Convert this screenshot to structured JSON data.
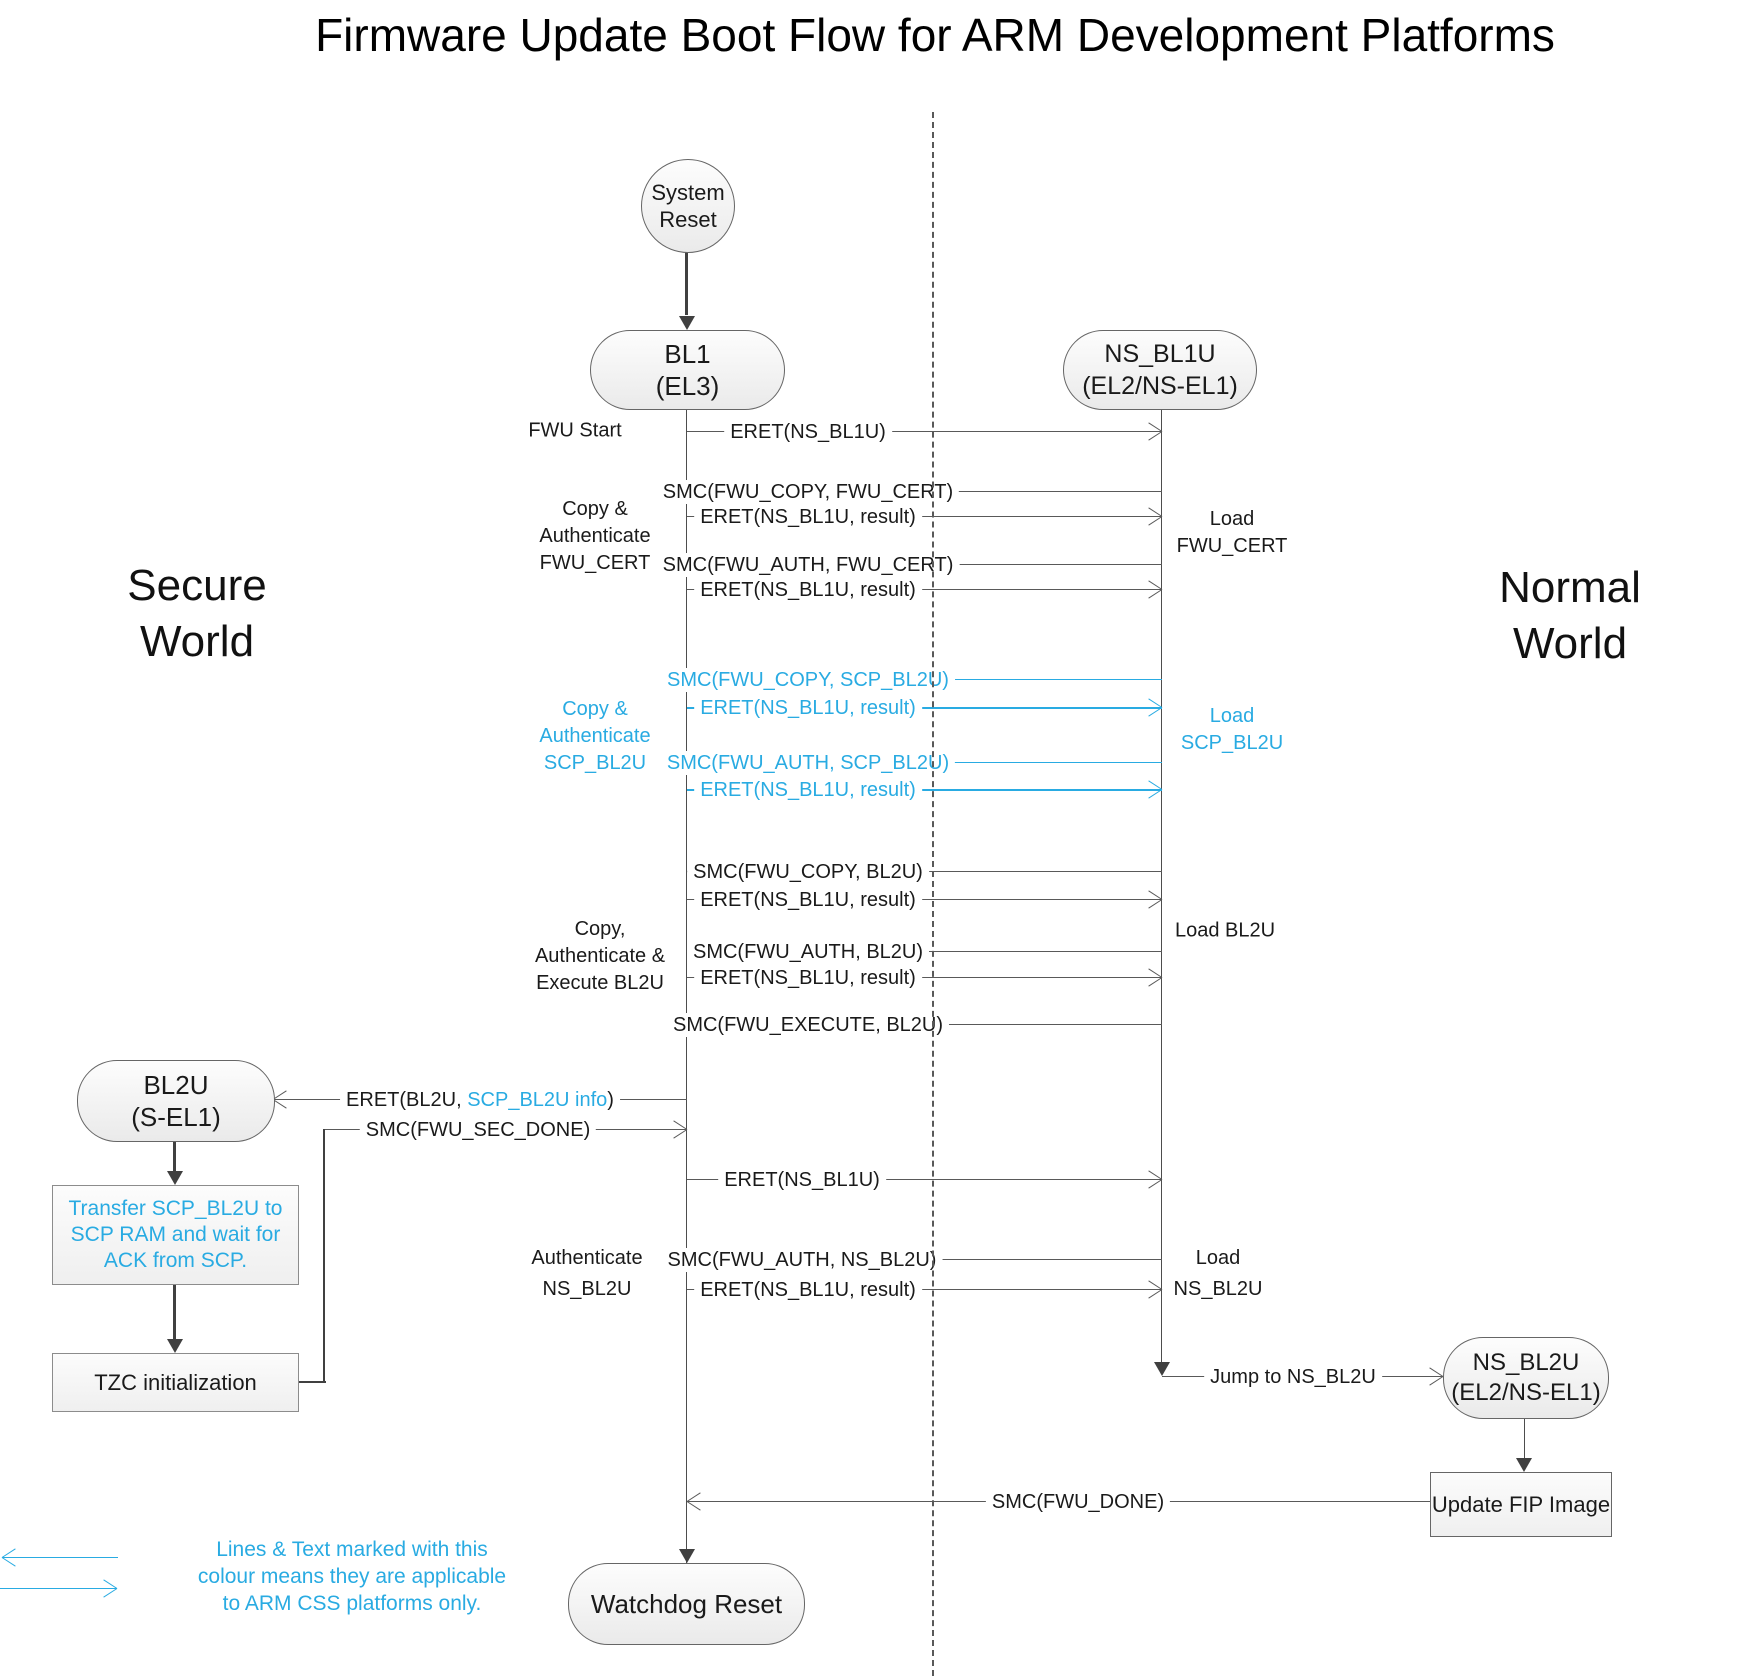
{
  "title": "Firmware Update Boot Flow for ARM Development Platforms",
  "colors": {
    "accent_blue": "#29ABE2",
    "line_gray": "#595959",
    "text_black": "#1a1a1a"
  },
  "worlds": {
    "secure_line1": "Secure",
    "secure_line2": "World",
    "normal_line1": "Normal",
    "normal_line2": "World"
  },
  "actors": {
    "system_reset": {
      "line1": "System",
      "line2": "Reset"
    },
    "bl1": {
      "line1": "BL1",
      "line2": "(EL3)"
    },
    "ns_bl1u": {
      "line1": "NS_BL1U",
      "line2": "(EL2/NS-EL1)"
    },
    "bl2u": {
      "line1": "BL2U",
      "line2": "(S-EL1)"
    },
    "ns_bl2u": {
      "line1": "NS_BL2U",
      "line2": "(EL2/NS-EL1)"
    }
  },
  "process_boxes": {
    "transfer": {
      "line1": "Transfer SCP_BL2U to",
      "line2": "SCP RAM and wait for",
      "line3": "ACK from SCP."
    },
    "tzc": {
      "label": "TZC initialization"
    },
    "update_fip": {
      "label": "Update FIP Image"
    },
    "watchdog": {
      "label": "Watchdog Reset"
    }
  },
  "messages": [
    {
      "label": "ERET(NS_BL1U)",
      "direction": "right",
      "color": "black"
    },
    {
      "label": "SMC(FWU_COPY, FWU_CERT)",
      "direction": "left",
      "color": "black"
    },
    {
      "label": "ERET(NS_BL1U, result)",
      "direction": "right",
      "color": "black"
    },
    {
      "label": "SMC(FWU_AUTH, FWU_CERT)",
      "direction": "left",
      "color": "black"
    },
    {
      "label": "ERET(NS_BL1U, result)",
      "direction": "right",
      "color": "black"
    },
    {
      "label": "SMC(FWU_COPY, SCP_BL2U)",
      "direction": "left",
      "color": "blue"
    },
    {
      "label": "ERET(NS_BL1U, result)",
      "direction": "right",
      "color": "blue"
    },
    {
      "label": "SMC(FWU_AUTH, SCP_BL2U)",
      "direction": "left",
      "color": "blue"
    },
    {
      "label": "ERET(NS_BL1U, result)",
      "direction": "right",
      "color": "blue"
    },
    {
      "label": "SMC(FWU_COPY, BL2U)",
      "direction": "left",
      "color": "black"
    },
    {
      "label": "ERET(NS_BL1U, result)",
      "direction": "right",
      "color": "black"
    },
    {
      "label": "SMC(FWU_AUTH, BL2U)",
      "direction": "left",
      "color": "black"
    },
    {
      "label": "ERET(NS_BL1U, result)",
      "direction": "right",
      "color": "black"
    },
    {
      "label": "SMC(FWU_EXECUTE, BL2U)",
      "direction": "left",
      "color": "black"
    },
    {
      "pre": "ERET(BL2U, ",
      "highlight": "SCP_BL2U info",
      "post": ")",
      "direction": "left",
      "color": "mixed"
    },
    {
      "label": "SMC(FWU_SEC_DONE)",
      "direction": "right",
      "color": "black"
    },
    {
      "label": "ERET(NS_BL1U)",
      "direction": "right",
      "color": "black"
    },
    {
      "label": "SMC(FWU_AUTH, NS_BL2U)",
      "direction": "left",
      "color": "black"
    },
    {
      "label": "ERET(NS_BL1U, result)",
      "direction": "right",
      "color": "black"
    },
    {
      "label": "Jump to NS_BL2U",
      "direction": "right",
      "color": "black"
    },
    {
      "label": "SMC(FWU_DONE)",
      "direction": "left",
      "color": "black"
    }
  ],
  "side_labels": {
    "fwu_start": "FWU Start",
    "copy_auth_fwu_cert": {
      "line1": "Copy &",
      "line2": "Authenticate",
      "line3": "FWU_CERT"
    },
    "load_fwu_cert": {
      "line1": "Load",
      "line2": "FWU_CERT"
    },
    "copy_auth_scp_bl2u": {
      "line1": "Copy &",
      "line2": "Authenticate",
      "line3": "SCP_BL2U"
    },
    "load_scp_bl2u": {
      "line1": "Load",
      "line2": "SCP_BL2U"
    },
    "copy_auth_exec_bl2u": {
      "line1": "Copy,",
      "line2": "Authenticate &",
      "line3": "Execute BL2U"
    },
    "load_bl2u": "Load BL2U",
    "auth_ns_bl2u": {
      "line1": "Authenticate",
      "line2": "NS_BL2U"
    },
    "load_ns_bl2u": {
      "line1": "Load",
      "line2": "NS_BL2U"
    }
  },
  "legend": {
    "line1": "Lines & Text marked with this",
    "line2": "colour means they are applicable",
    "line3": "to ARM CSS platforms only."
  }
}
